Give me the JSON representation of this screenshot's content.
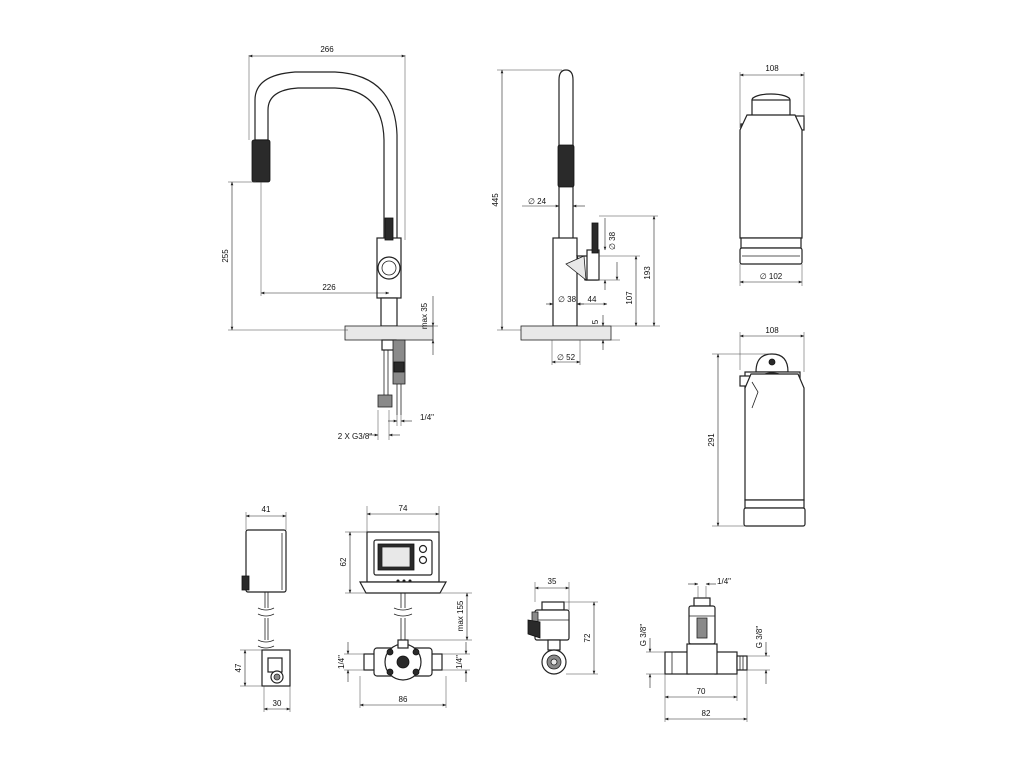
{
  "faucet_front": {
    "width": "266",
    "height": "255",
    "reach": "226",
    "deck_max": "max 35",
    "connection": "2 X G3/8\"",
    "hose": "1/4\""
  },
  "faucet_side": {
    "height": "445",
    "spout_dia": "∅ 24",
    "lever_dia": "∅ 38",
    "body_dia": "∅ 38",
    "lever_offset": "44",
    "deck_thk": "5",
    "base_dia": "∅ 52",
    "lever_h": "107",
    "lever_top": "193"
  },
  "filter_side": {
    "width": "108",
    "dia": "∅ 102"
  },
  "filter_front": {
    "width": "108",
    "height": "291"
  },
  "battery": {
    "width": "41",
    "height": "47",
    "base_w": "30"
  },
  "control_box": {
    "width": "74",
    "height": "62",
    "max_len": "max 155",
    "thread_l": "1/4\"",
    "thread_r": "1/4\"",
    "base_w": "86"
  },
  "valve": {
    "width": "35",
    "height": "72"
  },
  "tee": {
    "top": "1/4\"",
    "left": "G 3/8\"",
    "right": "G 3/8\"",
    "inner_w": "70",
    "outer_w": "82"
  }
}
